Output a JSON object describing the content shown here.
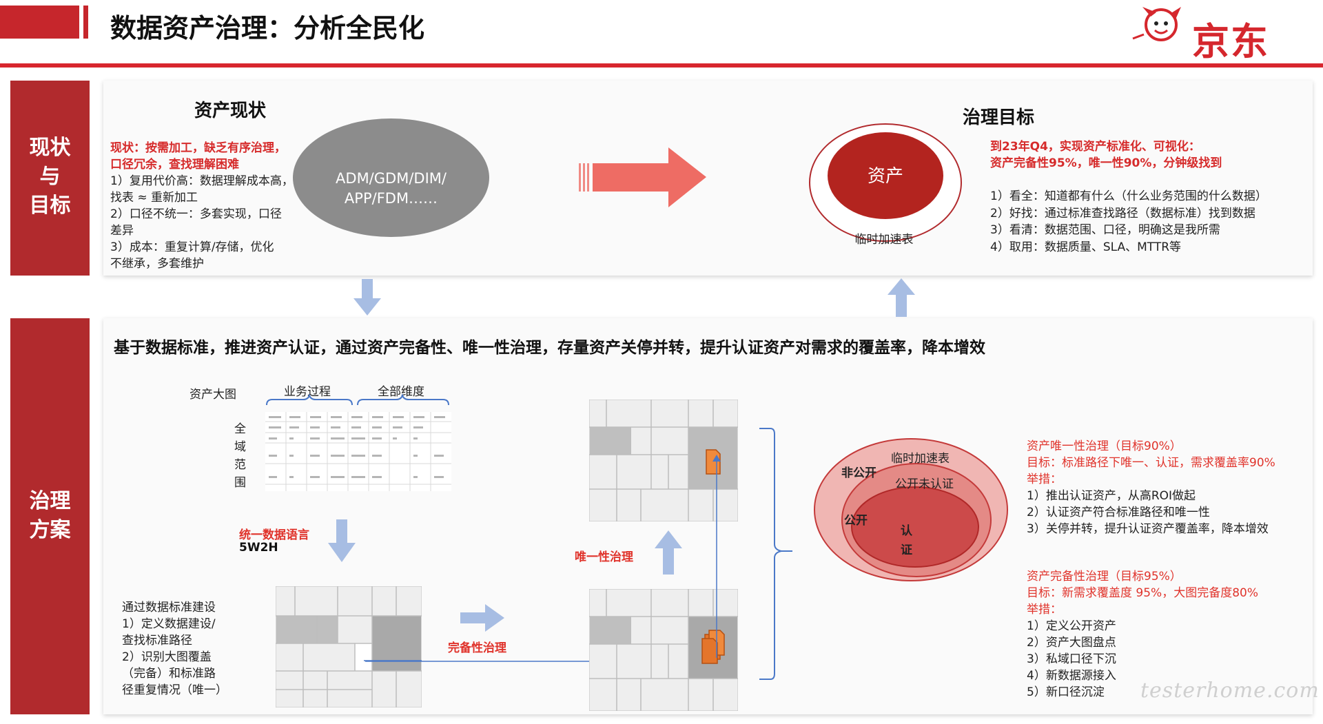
{
  "header": {
    "title": "数据资产治理：分析全民化",
    "logo_text": "京东"
  },
  "side_labels": {
    "top": [
      "现状",
      "与",
      "目标"
    ],
    "bottom": [
      "治理",
      "方案"
    ]
  },
  "status": {
    "title": "资产现状",
    "red_lines": [
      "现状：按需加工，缺乏有序治理，",
      "口径冗余，查找理解困难"
    ],
    "lines": [
      "1）复用代价高：数据理解成本高，",
      "找表 ≈ 重新加工",
      "2）口径不统一：多套实现，口径",
      "差异",
      "3）成本：重复计算/存储，优化",
      "不继承，多套维护"
    ],
    "oval_lines": [
      "ADM/GDM/DIM/",
      "APP/FDM……"
    ]
  },
  "goal": {
    "title": "治理目标",
    "circle_label": "资产",
    "ring_label": "临时加速表",
    "red_lines": [
      "到23年Q4，实现资产标准化、可视化：",
      "资产完备性95%，唯一性90%，分钟级找到"
    ],
    "lines": [
      "1）看全：知道都有什么（什么业务范围的什么数据）",
      "2）好找：通过标准查找路径（数据标准）找到数据",
      "3）看清：数据范围、口径，明确这是我所需",
      "4）取用：数据质量、SLA、MTTR等"
    ]
  },
  "plan": {
    "headline": "基于数据标准，推进资产认证，通过资产完备性、唯一性治理，存量资产关停并转，提升认证资产对需求的覆盖率，降本增效",
    "asset_map_label": "资产大图",
    "business_process_label": "业务过程",
    "all_dimensions_label": "全部维度",
    "scope_chars": [
      "全",
      "域",
      "范",
      "围"
    ],
    "unify_label": "统一数据语言",
    "w2h_label": "5W2H",
    "standard_note": [
      "通过数据标准建设",
      "1）定义数据建设/",
      "查找标准路径",
      "2）识别大图覆盖",
      "（完备）和标准路",
      "径重复情况（唯一）"
    ],
    "completeness_label": "完备性治理",
    "uniqueness_label": "唯一性治理",
    "rings": {
      "temp": "临时加速表",
      "nonpublic": "非公开",
      "public_uncert": "公开未认证",
      "public": "公开",
      "cert_1": "认",
      "cert_2": "证"
    },
    "uniqueness_block": {
      "red_lines": [
        "资产唯一性治理（目标90%）",
        "目标：标准路径下唯一、认证，需求覆盖率90%",
        "举措："
      ],
      "lines": [
        "1）推出认证资产，从高ROI做起",
        "2）认证资产符合标准路径和唯一性",
        "3）关停并转，提升认证资产覆盖率，降本增效"
      ]
    },
    "completeness_block": {
      "red_lines": [
        "资产完备性治理（目标95%）",
        "目标：新需求覆盖度 95%，大图完备度80%",
        "举措："
      ],
      "lines": [
        "1）定义公开资产",
        "2）资产大图盘点",
        "3）私域口径下沉",
        "4）新数据源接入",
        "5）新口径沉淀"
      ]
    }
  },
  "watermark": "testerhome.com",
  "colors": {
    "brand_red": "#d5272d",
    "side_red": "#b12a2d",
    "arrow_blue": "#a7bde3",
    "gray_oval": "#8c8c8c"
  }
}
